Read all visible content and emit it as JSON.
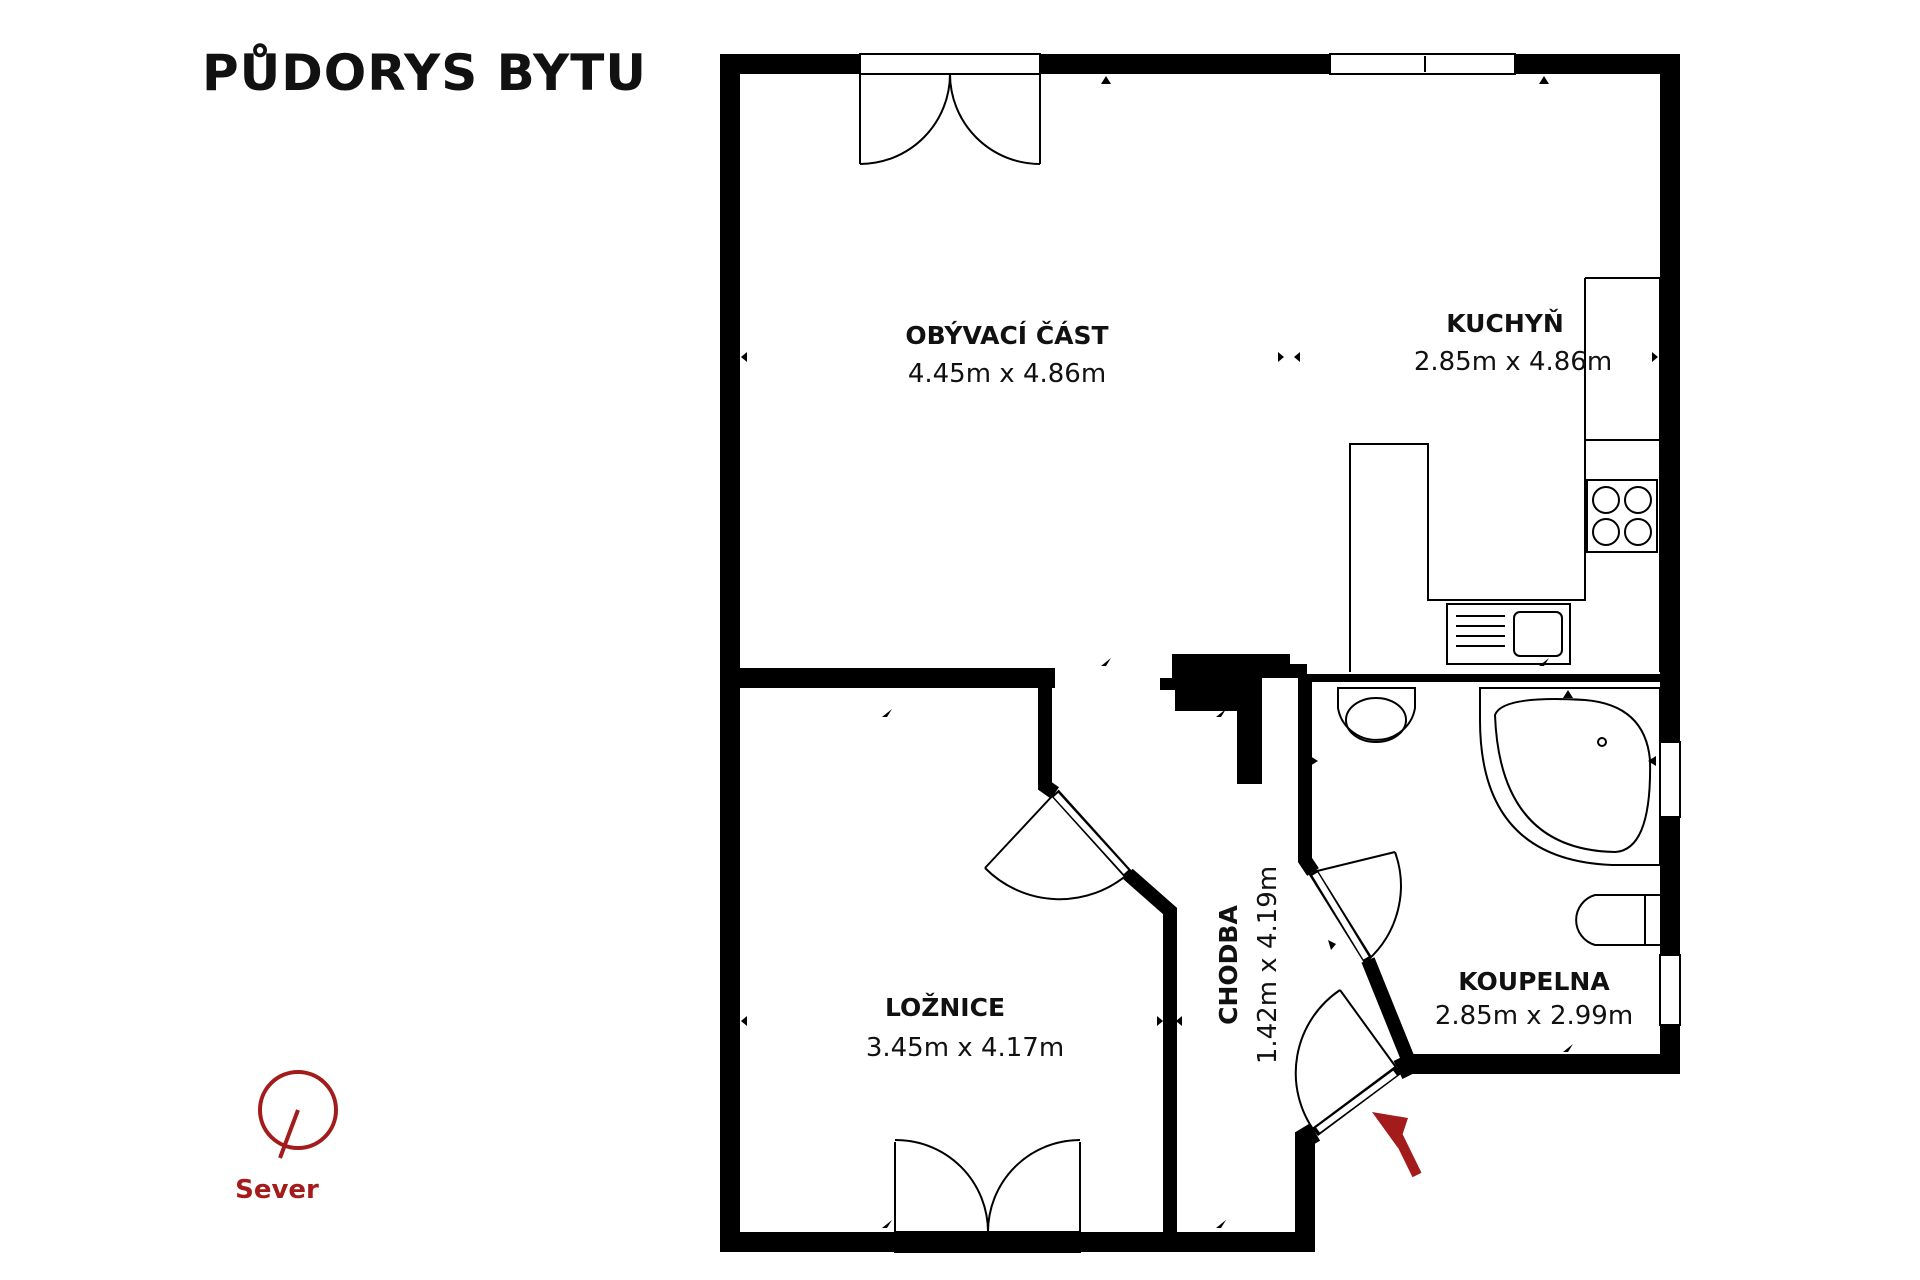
{
  "title": "PŮDORYS BYTU",
  "rooms": [
    {
      "id": "living",
      "name": "OBÝVACÍ ČÁST",
      "dimensions": "4.45m x 4.86m"
    },
    {
      "id": "kitchen",
      "name": "KUCHYŇ",
      "dimensions": "2.85m x 4.86m"
    },
    {
      "id": "bedroom",
      "name": "LOŽNICE",
      "dimensions": "3.45m x 4.17m"
    },
    {
      "id": "hallway",
      "name": "CHODBA",
      "dimensions": "1.42m x 4.19m"
    },
    {
      "id": "bathroom",
      "name": "KOUPELNA",
      "dimensions": "2.85m x 2.99m"
    }
  ],
  "compass": {
    "label": "Sever",
    "color": "#a31b1b"
  },
  "entrance": {
    "icon": "entrance-arrow-icon",
    "color": "#a31b1b"
  },
  "colors": {
    "walls": "#000000",
    "accent": "#a31b1b"
  }
}
